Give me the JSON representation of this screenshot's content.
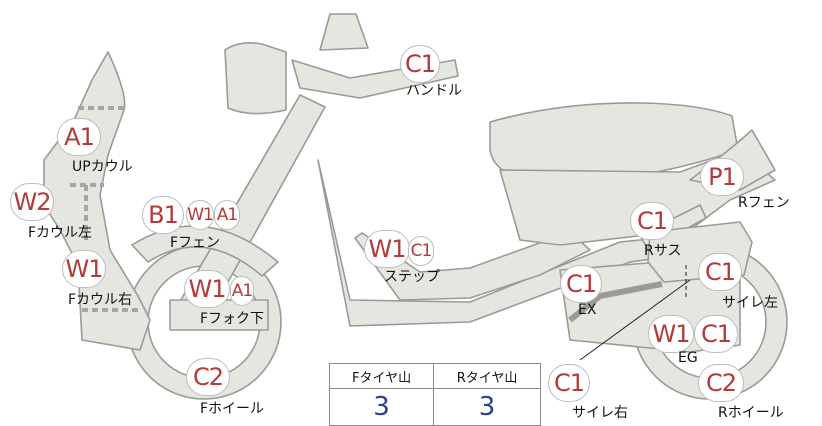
{
  "parts": [
    {
      "id": "handle",
      "label": "ハンドル",
      "badges": [
        {
          "text": "C1",
          "size": "lg"
        }
      ]
    },
    {
      "id": "up-cowl",
      "label": "UPカウル",
      "badges": [
        {
          "text": "A1",
          "size": "lg"
        }
      ]
    },
    {
      "id": "f-cowl-left",
      "label": "Fカウル左",
      "badges": [
        {
          "text": "W2",
          "size": "lg"
        }
      ]
    },
    {
      "id": "f-fender",
      "label": "Fフェン",
      "badges": [
        {
          "text": "B1",
          "size": "lg"
        },
        {
          "text": "W1",
          "size": "sm"
        },
        {
          "text": "A1",
          "size": "sm"
        }
      ]
    },
    {
      "id": "f-cowl-right",
      "label": "Fカウル右",
      "badges": [
        {
          "text": "W1",
          "size": "lg"
        }
      ]
    },
    {
      "id": "f-fork-lower",
      "label": "Fフォク下",
      "badges": [
        {
          "text": "W1",
          "size": "lg"
        },
        {
          "text": "A1",
          "size": "sm"
        }
      ]
    },
    {
      "id": "f-wheel",
      "label": "Fホイール",
      "badges": [
        {
          "text": "C2",
          "size": "lg"
        }
      ]
    },
    {
      "id": "step",
      "label": "ステップ",
      "badges": [
        {
          "text": "W1",
          "size": "lg"
        },
        {
          "text": "C1",
          "size": "sm"
        }
      ]
    },
    {
      "id": "r-fender",
      "label": "Rフェン",
      "badges": [
        {
          "text": "P1",
          "size": "lg"
        }
      ]
    },
    {
      "id": "r-suspension",
      "label": "Rサス",
      "badges": [
        {
          "text": "C1",
          "size": "lg"
        }
      ]
    },
    {
      "id": "exhaust",
      "label": "EX",
      "badges": [
        {
          "text": "C1",
          "size": "lg"
        }
      ]
    },
    {
      "id": "muffler-left",
      "label": "サイレ左",
      "badges": [
        {
          "text": "C1",
          "size": "lg"
        }
      ]
    },
    {
      "id": "engine",
      "label": "EG",
      "badges": [
        {
          "text": "W1",
          "size": "lg"
        },
        {
          "text": "C1",
          "size": "lg"
        }
      ]
    },
    {
      "id": "muffler-right",
      "label": "サイレ右",
      "badges": [
        {
          "text": "C1",
          "size": "lg"
        }
      ]
    },
    {
      "id": "r-wheel",
      "label": "Rホイール",
      "badges": [
        {
          "text": "C2",
          "size": "lg"
        }
      ]
    }
  ],
  "tire_table": {
    "headers": [
      "Fタイヤ山",
      "Rタイヤ山"
    ],
    "values": [
      "3",
      "3"
    ]
  }
}
